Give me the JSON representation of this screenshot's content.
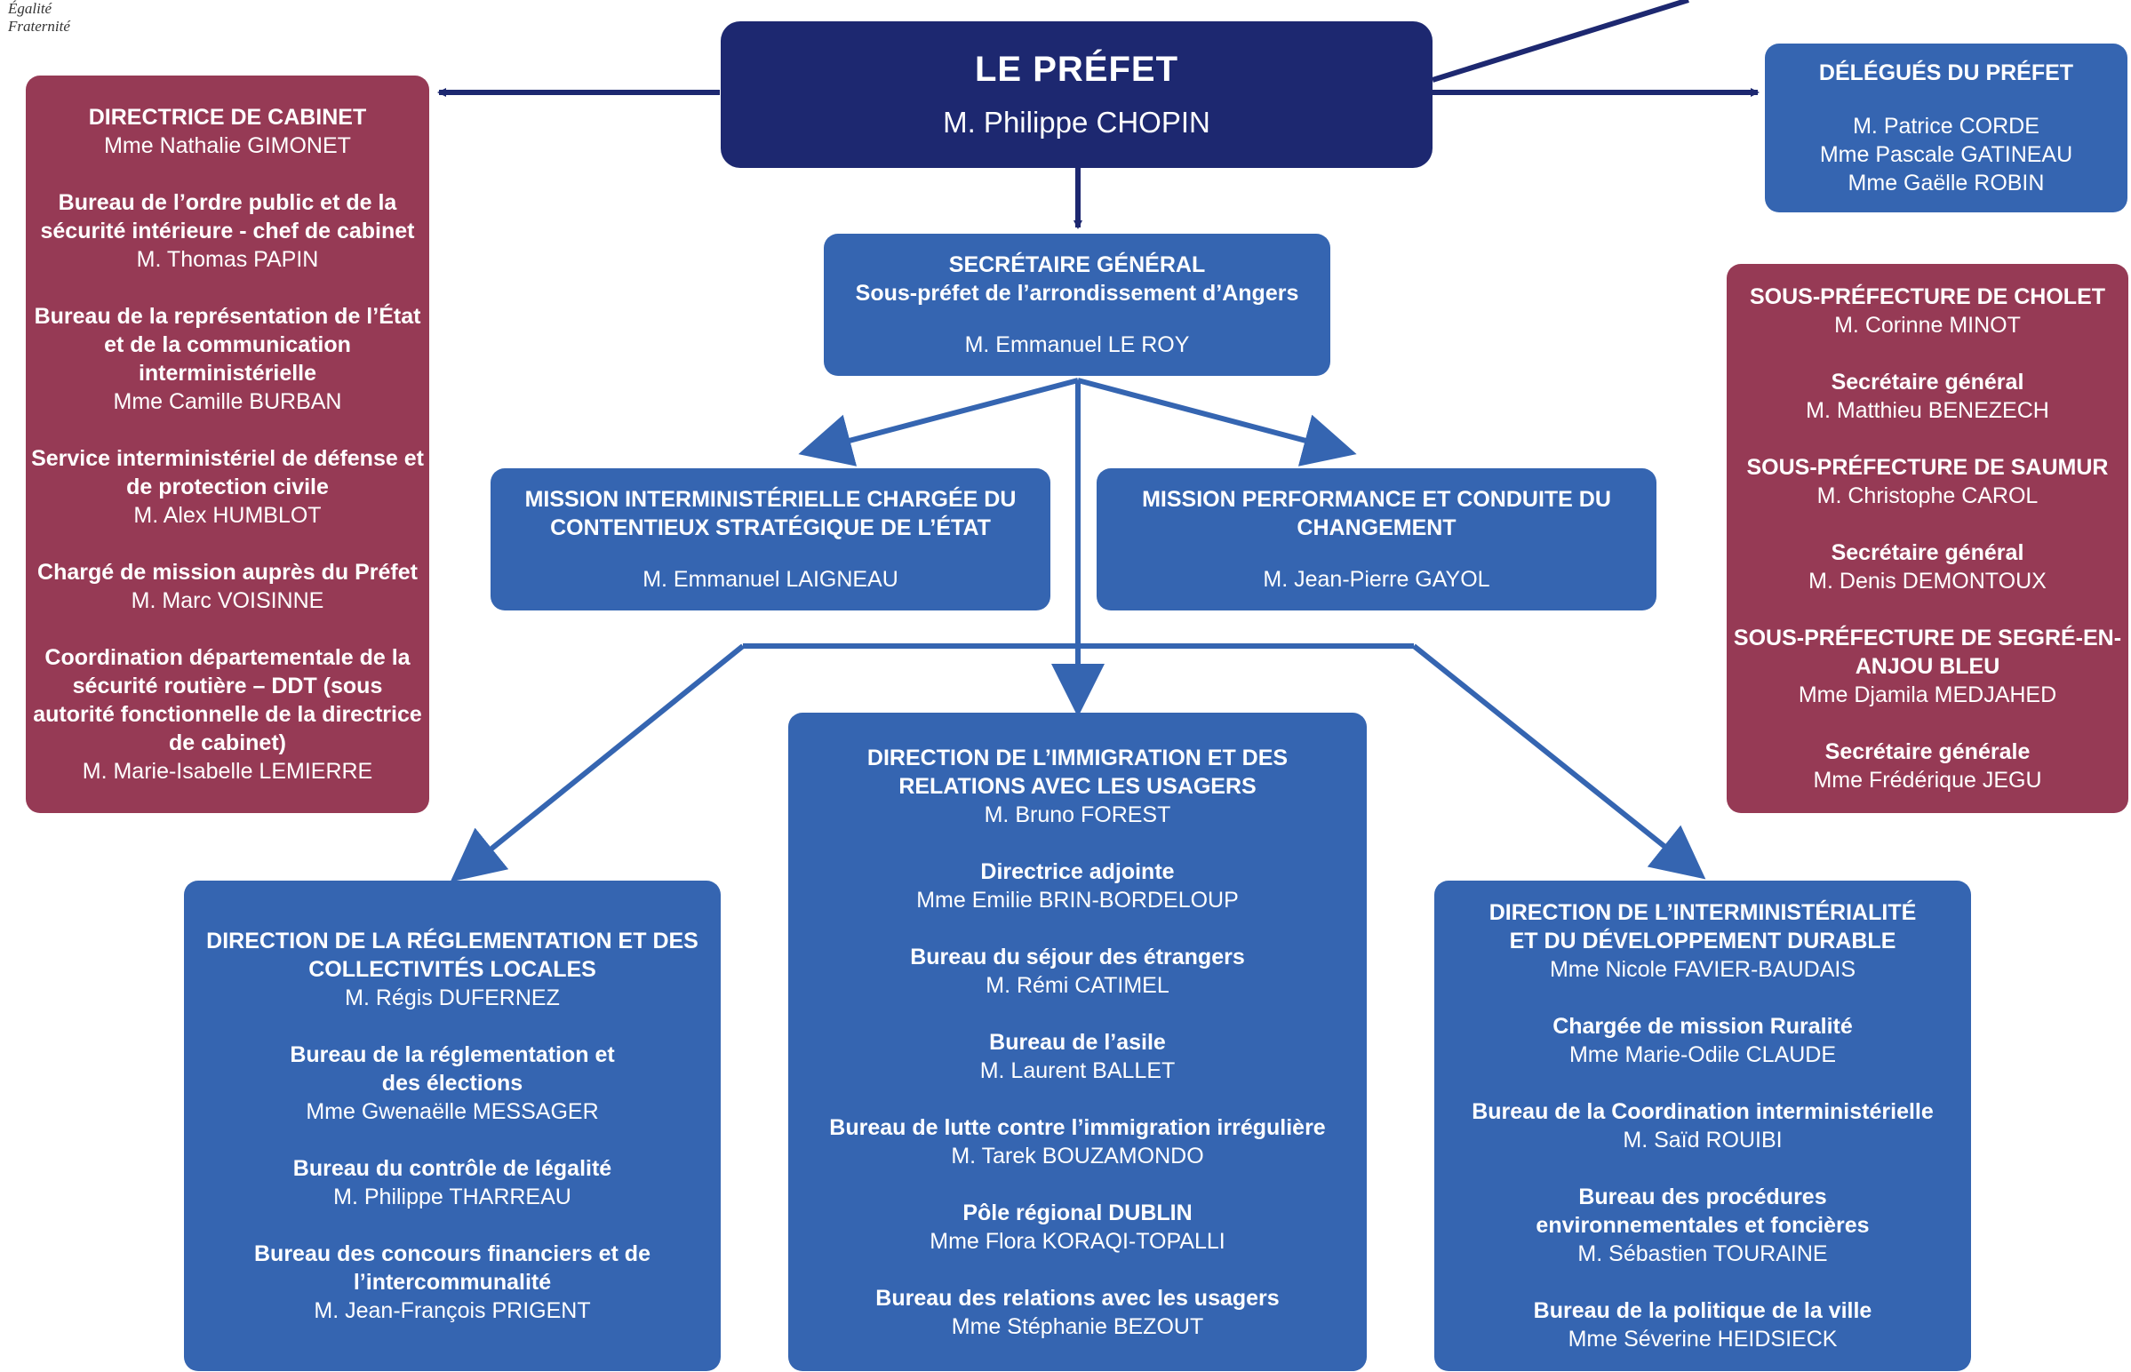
{
  "header": {
    "motto_line1": "Égalité",
    "motto_line2": "Fraternité"
  },
  "prefet": {
    "title": "LE PRÉFET",
    "name": "M. Philippe CHOPIN"
  },
  "delegues": {
    "title": "DÉLÉGUÉS DU PRÉFET",
    "names": [
      "M. Patrice CORDE",
      "Mme Pascale GATINEAU",
      "Mme Gaëlle ROBIN"
    ]
  },
  "secretaire_general": {
    "title": "SECRÉTAIRE GÉNÉRAL",
    "subtitle": "Sous-préfet de l’arrondissement d’Angers",
    "name": "M. Emmanuel LE ROY"
  },
  "cabinet": {
    "title": "DIRECTRICE DE CABINET",
    "name": "Mme Nathalie GIMONET",
    "sections": [
      {
        "title": "Bureau de l’ordre public et de la sécurité intérieure - chef de cabinet",
        "name": "M. Thomas PAPIN"
      },
      {
        "title": "Bureau de la représentation de l’État et de la communication interministérielle",
        "name": "Mme Camille BURBAN"
      },
      {
        "title": "Service interministériel de défense et de protection civile",
        "name": "M. Alex HUMBLOT"
      },
      {
        "title": "Chargé de mission auprès du Préfet",
        "name": "M. Marc VOISINNE"
      },
      {
        "title": "Coordination départementale de la sécurité routière – DDT (sous autorité fonctionnelle de la directrice de cabinet)",
        "name": "M. Marie-Isabelle LEMIERRE"
      }
    ]
  },
  "sous_prefectures": {
    "sections": [
      {
        "title": "SOUS-PRÉFECTURE DE CHOLET",
        "name": "M. Corinne MINOT"
      },
      {
        "title": "Secrétaire général",
        "name": "M. Matthieu BENEZECH"
      },
      {
        "title": "SOUS-PRÉFECTURE DE SAUMUR",
        "name": "M. Christophe CAROL"
      },
      {
        "title": "Secrétaire général",
        "name": "M. Denis DEMONTOUX"
      },
      {
        "title": "SOUS-PRÉFECTURE DE SEGRÉ-EN-ANJOU BLEU",
        "name": "Mme Djamila MEDJAHED"
      },
      {
        "title": "Secrétaire générale",
        "name": "Mme Frédérique JEGU"
      }
    ]
  },
  "mission_contentieux": {
    "title": "MISSION INTERMINISTÉRIELLE CHARGÉE DU CONTENTIEUX STRATÉGIQUE DE L’ÉTAT",
    "name": "M. Emmanuel LAIGNEAU"
  },
  "mission_performance": {
    "title": "MISSION PERFORMANCE ET CONDUITE DU CHANGEMENT",
    "name": "M. Jean-Pierre GAYOL"
  },
  "direction_reglementation": {
    "title": "DIRECTION DE LA RÉGLEMENTATION ET DES COLLECTIVITÉS LOCALES",
    "name": "M. Régis DUFERNEZ",
    "sections": [
      {
        "title": "Bureau de la réglementation et des élections",
        "name": "Mme Gwenaëlle MESSAGER"
      },
      {
        "title": "Bureau du contrôle de légalité",
        "name": "M. Philippe THARREAU"
      },
      {
        "title": "Bureau des concours financiers et de l’intercommunalité",
        "name": "M. Jean-François PRIGENT"
      }
    ]
  },
  "direction_immigration": {
    "title": "DIRECTION DE L’IMMIGRATION ET DES RELATIONS AVEC LES USAGERS",
    "name": "M. Bruno FOREST",
    "sections": [
      {
        "title": "Directrice adjointe",
        "name": "Mme Emilie BRIN-BORDELOUP"
      },
      {
        "title": "Bureau du séjour des étrangers",
        "name": "M. Rémi CATIMEL"
      },
      {
        "title": "Bureau de l’asile",
        "name": "M. Laurent BALLET"
      },
      {
        "title": "Bureau de lutte contre l’immigration irrégulière",
        "name": "M. Tarek BOUZAMONDO"
      },
      {
        "title": "Pôle régional DUBLIN",
        "name": "Mme Flora KORAQI-TOPALLI"
      },
      {
        "title": "Bureau des relations avec les usagers",
        "name": "Mme Stéphanie BEZOUT"
      }
    ]
  },
  "direction_interministerialite": {
    "title": "DIRECTION DE L’INTERMINISTÉRIALITÉ ET DU DÉVELOPPEMENT DURABLE",
    "name": "Mme Nicole FAVIER-BAUDAIS",
    "sections": [
      {
        "title": "Chargée de mission Ruralité",
        "name": "Mme Marie-Odile CLAUDE"
      },
      {
        "title": "Bureau de la Coordination interministérielle",
        "name": "M. Saïd ROUIBI"
      },
      {
        "title": "Bureau des procédures environnementales et foncières",
        "name": "M. Sébastien TOURAINE"
      },
      {
        "title": "Bureau de la politique de la ville",
        "name": "Mme Séverine HEIDSIECK"
      }
    ]
  },
  "colors": {
    "prefet": "#1d2870",
    "blue": "#3565b1",
    "red": "#963a55",
    "line": "#1d2870",
    "connector": "#3565b1"
  }
}
